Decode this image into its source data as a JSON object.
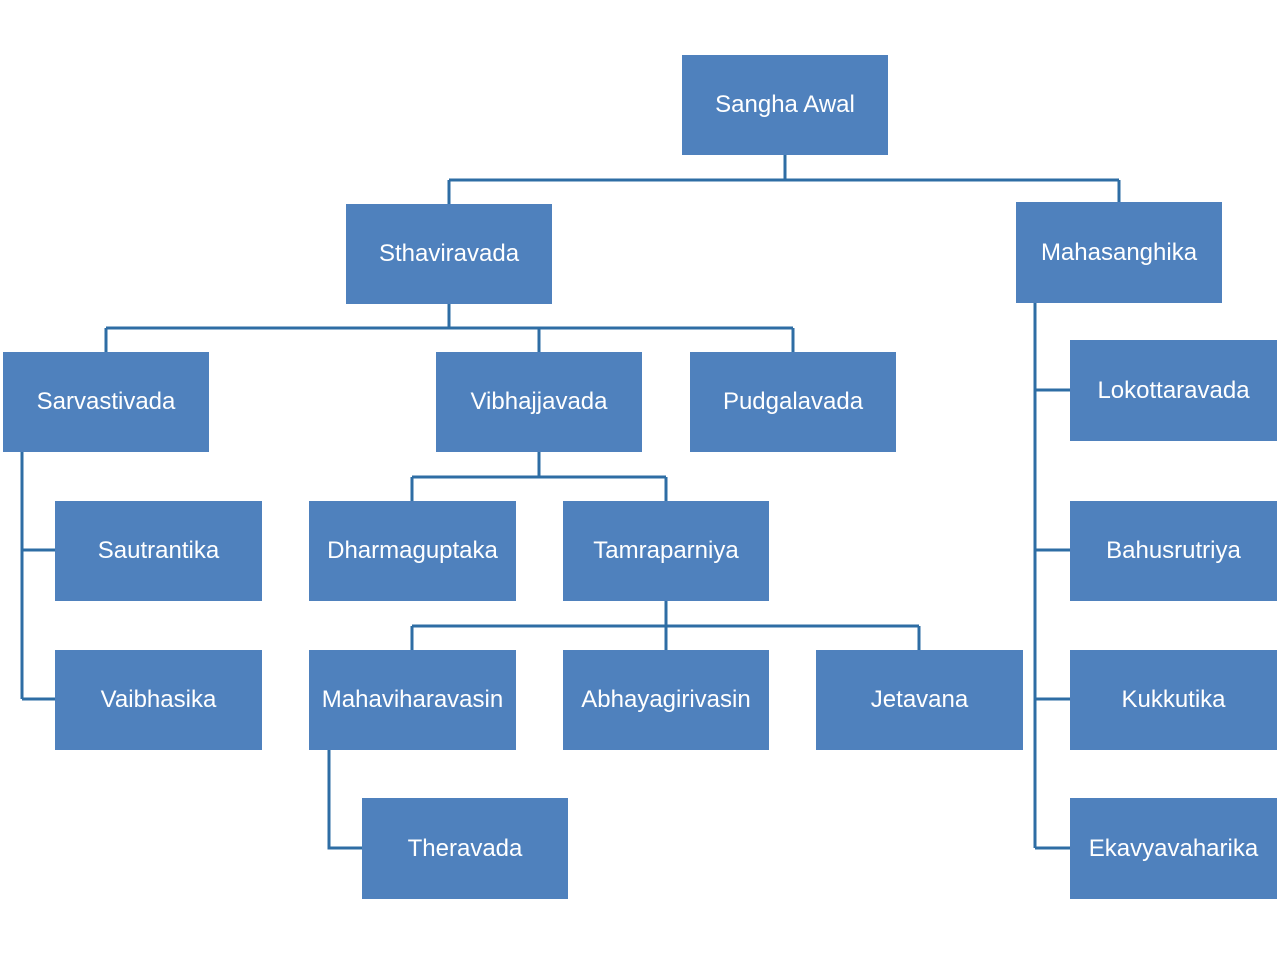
{
  "tree": {
    "root": "Sangha Awal",
    "nodes": {
      "sangha_awal": "Sangha Awal",
      "sthaviravada": "Sthaviravada",
      "mahasanghika": "Mahasanghika",
      "sarvastivada": "Sarvastivada",
      "vibhajjavada": "Vibhajjavada",
      "pudgalavada": "Pudgalavada",
      "sautrantika": "Sautrantika",
      "vaibhasika": "Vaibhasika",
      "dharmaguptaka": "Dharmaguptaka",
      "tamraparniya": "Tamraparniya",
      "mahaviharavasin": "Mahaviharavasin",
      "abhayagirivasin": "Abhayagirivasin",
      "jetavana": "Jetavana",
      "theravada": "Theravada",
      "lokottaravada": "Lokottaravada",
      "bahusrutriya": "Bahusrutriya",
      "kukkutika": "Kukkutika",
      "ekavyavaharika": "Ekavyavaharika"
    },
    "edges": [
      [
        "sangha_awal",
        "sthaviravada"
      ],
      [
        "sangha_awal",
        "mahasanghika"
      ],
      [
        "sthaviravada",
        "sarvastivada"
      ],
      [
        "sthaviravada",
        "vibhajjavada"
      ],
      [
        "sthaviravada",
        "pudgalavada"
      ],
      [
        "sarvastivada",
        "sautrantika"
      ],
      [
        "sarvastivada",
        "vaibhasika"
      ],
      [
        "vibhajjavada",
        "dharmaguptaka"
      ],
      [
        "vibhajjavada",
        "tamraparniya"
      ],
      [
        "tamraparniya",
        "mahaviharavasin"
      ],
      [
        "tamraparniya",
        "abhayagirivasin"
      ],
      [
        "tamraparniya",
        "jetavana"
      ],
      [
        "mahaviharavasin",
        "theravada"
      ],
      [
        "mahasanghika",
        "lokottaravada"
      ],
      [
        "mahasanghika",
        "bahusrutriya"
      ],
      [
        "mahasanghika",
        "kukkutika"
      ],
      [
        "mahasanghika",
        "ekavyavaharika"
      ]
    ]
  },
  "colors": {
    "box_fill": "#4f81bd",
    "box_text": "#ffffff",
    "connector": "#2e6da4"
  }
}
